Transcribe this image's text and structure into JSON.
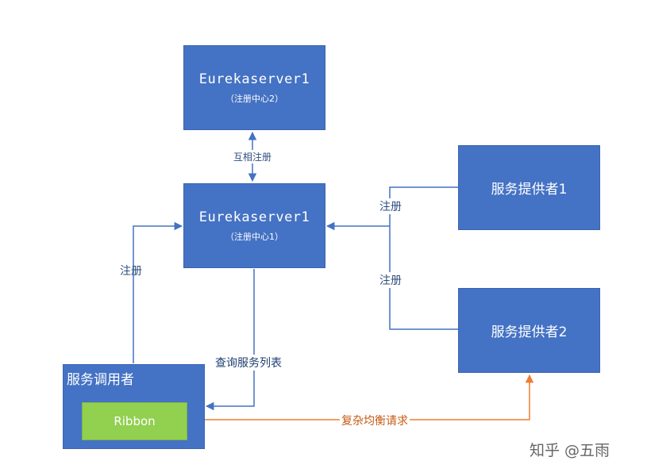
{
  "nodes": {
    "eureka_server_2": {
      "title": "Eurekaserver1",
      "subtitle": "（注册中心2）"
    },
    "eureka_server_1": {
      "title": "Eurekaserver1",
      "subtitle": "（注册中心1）"
    },
    "provider_1": {
      "label": "服务提供者1"
    },
    "provider_2": {
      "label": "服务提供者2"
    },
    "consumer": {
      "label": "服务调用者"
    },
    "ribbon": {
      "label": "Ribbon"
    }
  },
  "edges": {
    "mutual_register": "互相注册",
    "provider1_register": "注册",
    "provider2_register": "注册",
    "consumer_register": "注册",
    "query_services": "查询服务列表",
    "load_balance": "复杂均衡请求"
  },
  "watermark": "知乎 @五雨",
  "colors": {
    "box": "#4472c4",
    "ribbon": "#92d050",
    "line": "#4472c4",
    "load_balance_line": "#ed7d31"
  }
}
